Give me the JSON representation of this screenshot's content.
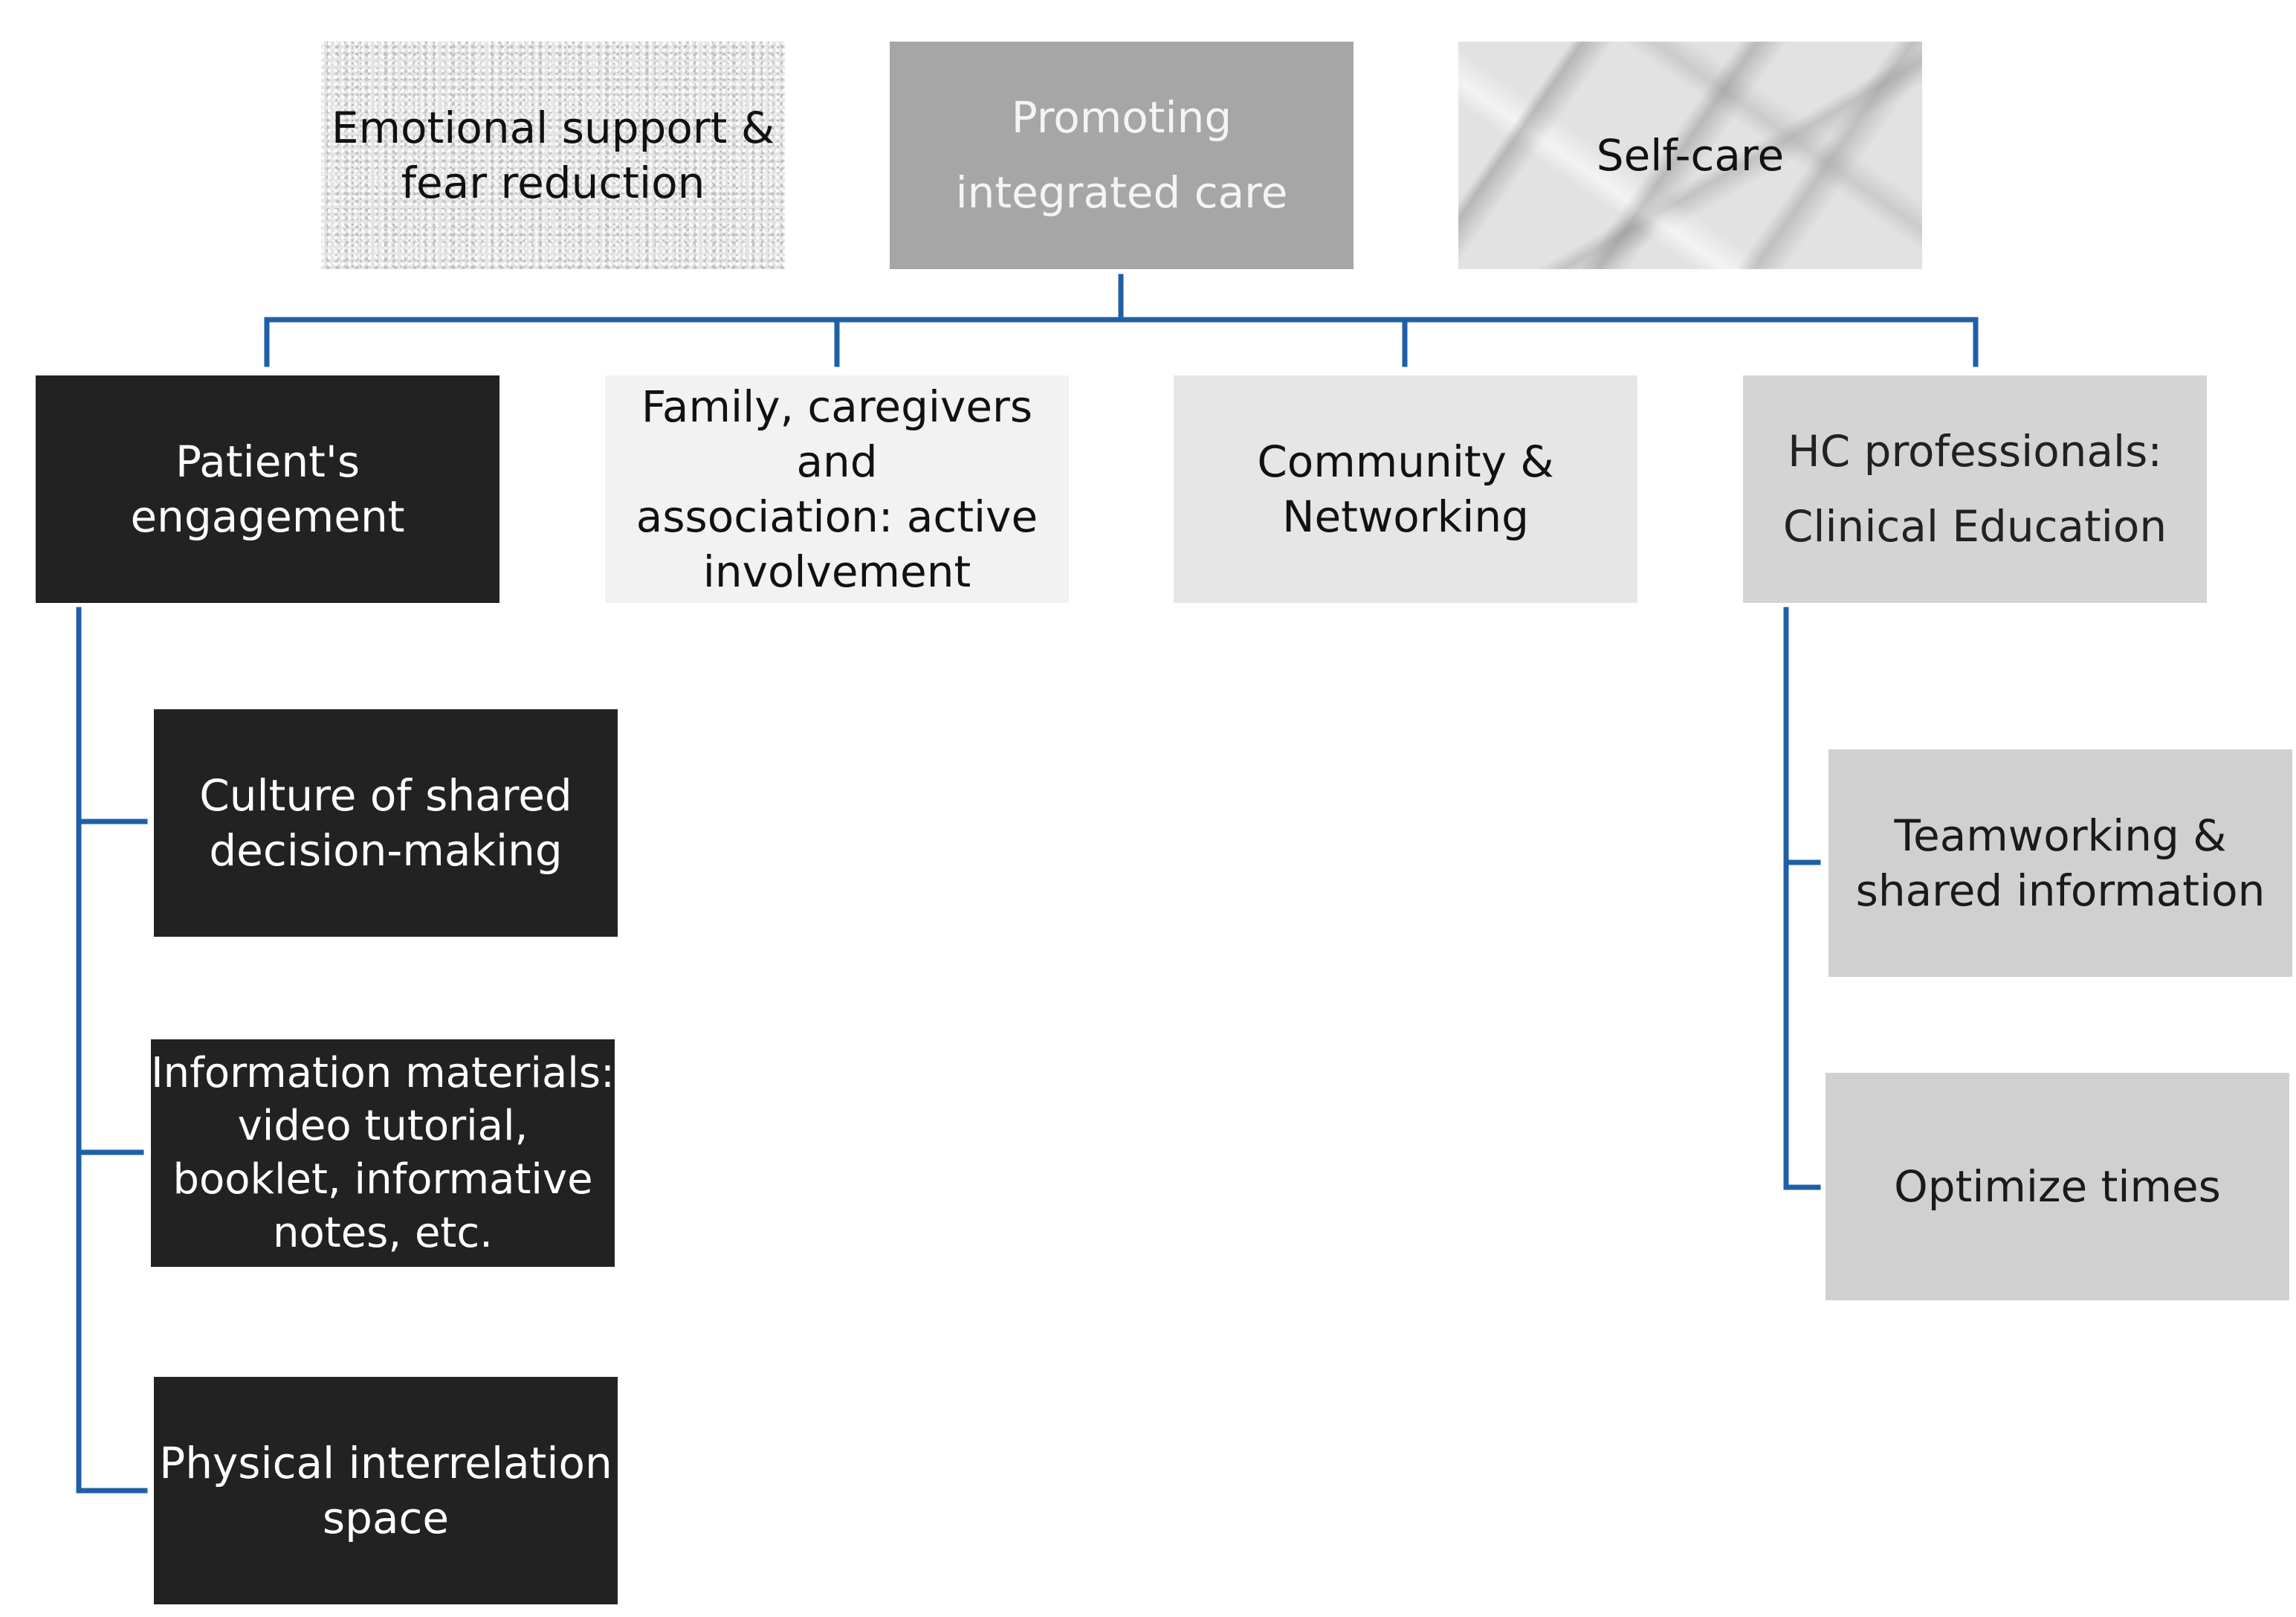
{
  "diagram": {
    "top_row": {
      "left": {
        "label": "Emotional support &\nfear reduction"
      },
      "center": {
        "label": "Promoting\nintegrated care"
      },
      "right": {
        "label": "Self-care"
      }
    },
    "main_branches": [
      {
        "label": "Patient's engagement"
      },
      {
        "label": "Family, caregivers and\nassociation: active\ninvolvement"
      },
      {
        "label": "Community &\nNetworking"
      },
      {
        "label": "HC professionals:\nClinical Education"
      }
    ],
    "patient_children": [
      {
        "label": "Culture of shared\ndecision-making"
      },
      {
        "label": "Information materials:\nvideo tutorial,\nbooklet, informative\nnotes, etc."
      },
      {
        "label": "Physical interrelation\nspace"
      }
    ],
    "hc_children": [
      {
        "label": "Teamworking &\nshared information"
      },
      {
        "label": "Optimize times"
      }
    ],
    "colors": {
      "connector": "#1f5fa8",
      "dark_fill": "#222222",
      "center_fill": "#a6a6a6"
    }
  }
}
